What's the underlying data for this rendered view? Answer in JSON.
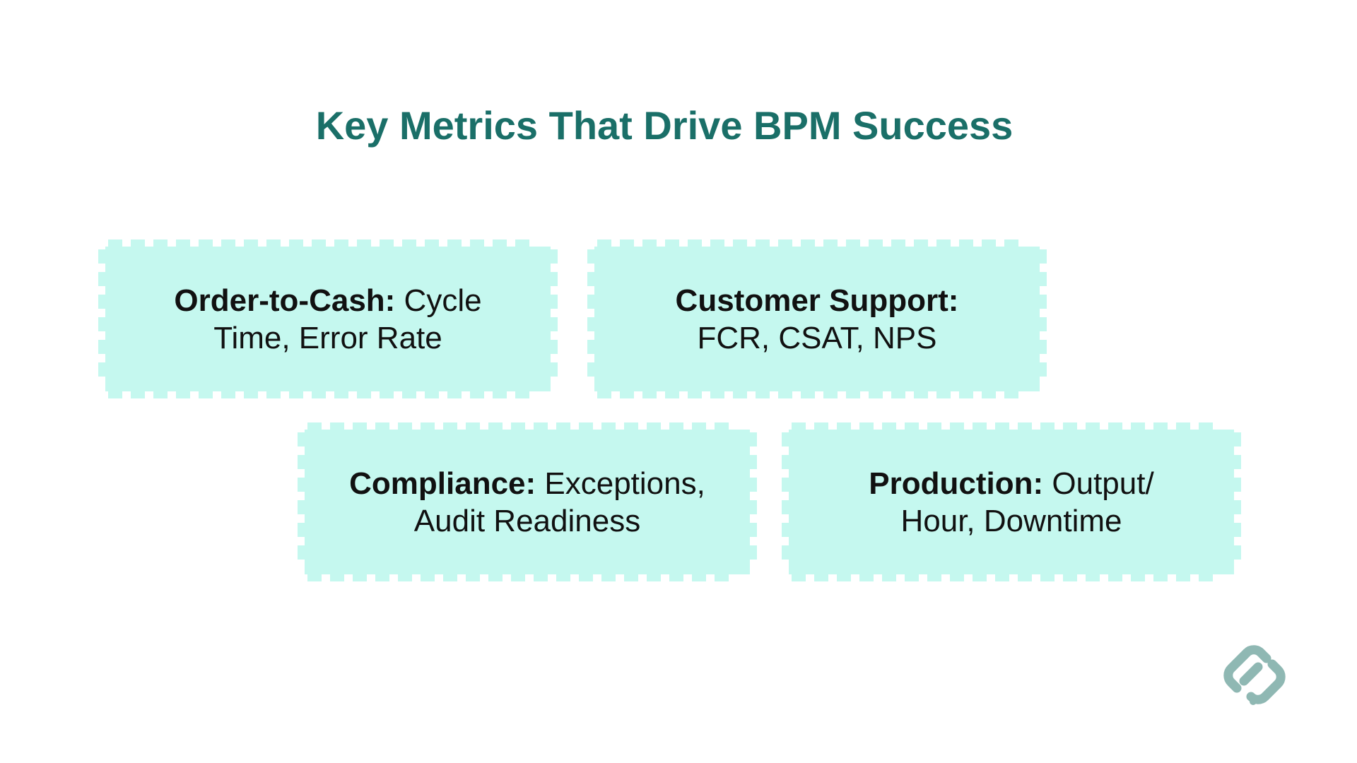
{
  "title": "Key Metrics That Drive BPM Success",
  "colors": {
    "title": "#1a6f68",
    "card_fill": "#c5f8ef",
    "text": "#111111",
    "logo": "#8fb8b3"
  },
  "cards": [
    {
      "heading": "Order-to-Cash:",
      "body": " Cycle Time, Error Rate"
    },
    {
      "heading": "Customer Support:",
      "body": " FCR, CSAT, NPS"
    },
    {
      "heading": "Compliance:",
      "body": " Exceptions, Audit Readiness"
    },
    {
      "heading": "Production:",
      "body": " Output/ Hour, Downtime"
    }
  ],
  "logo_icon": "link-logo-icon"
}
